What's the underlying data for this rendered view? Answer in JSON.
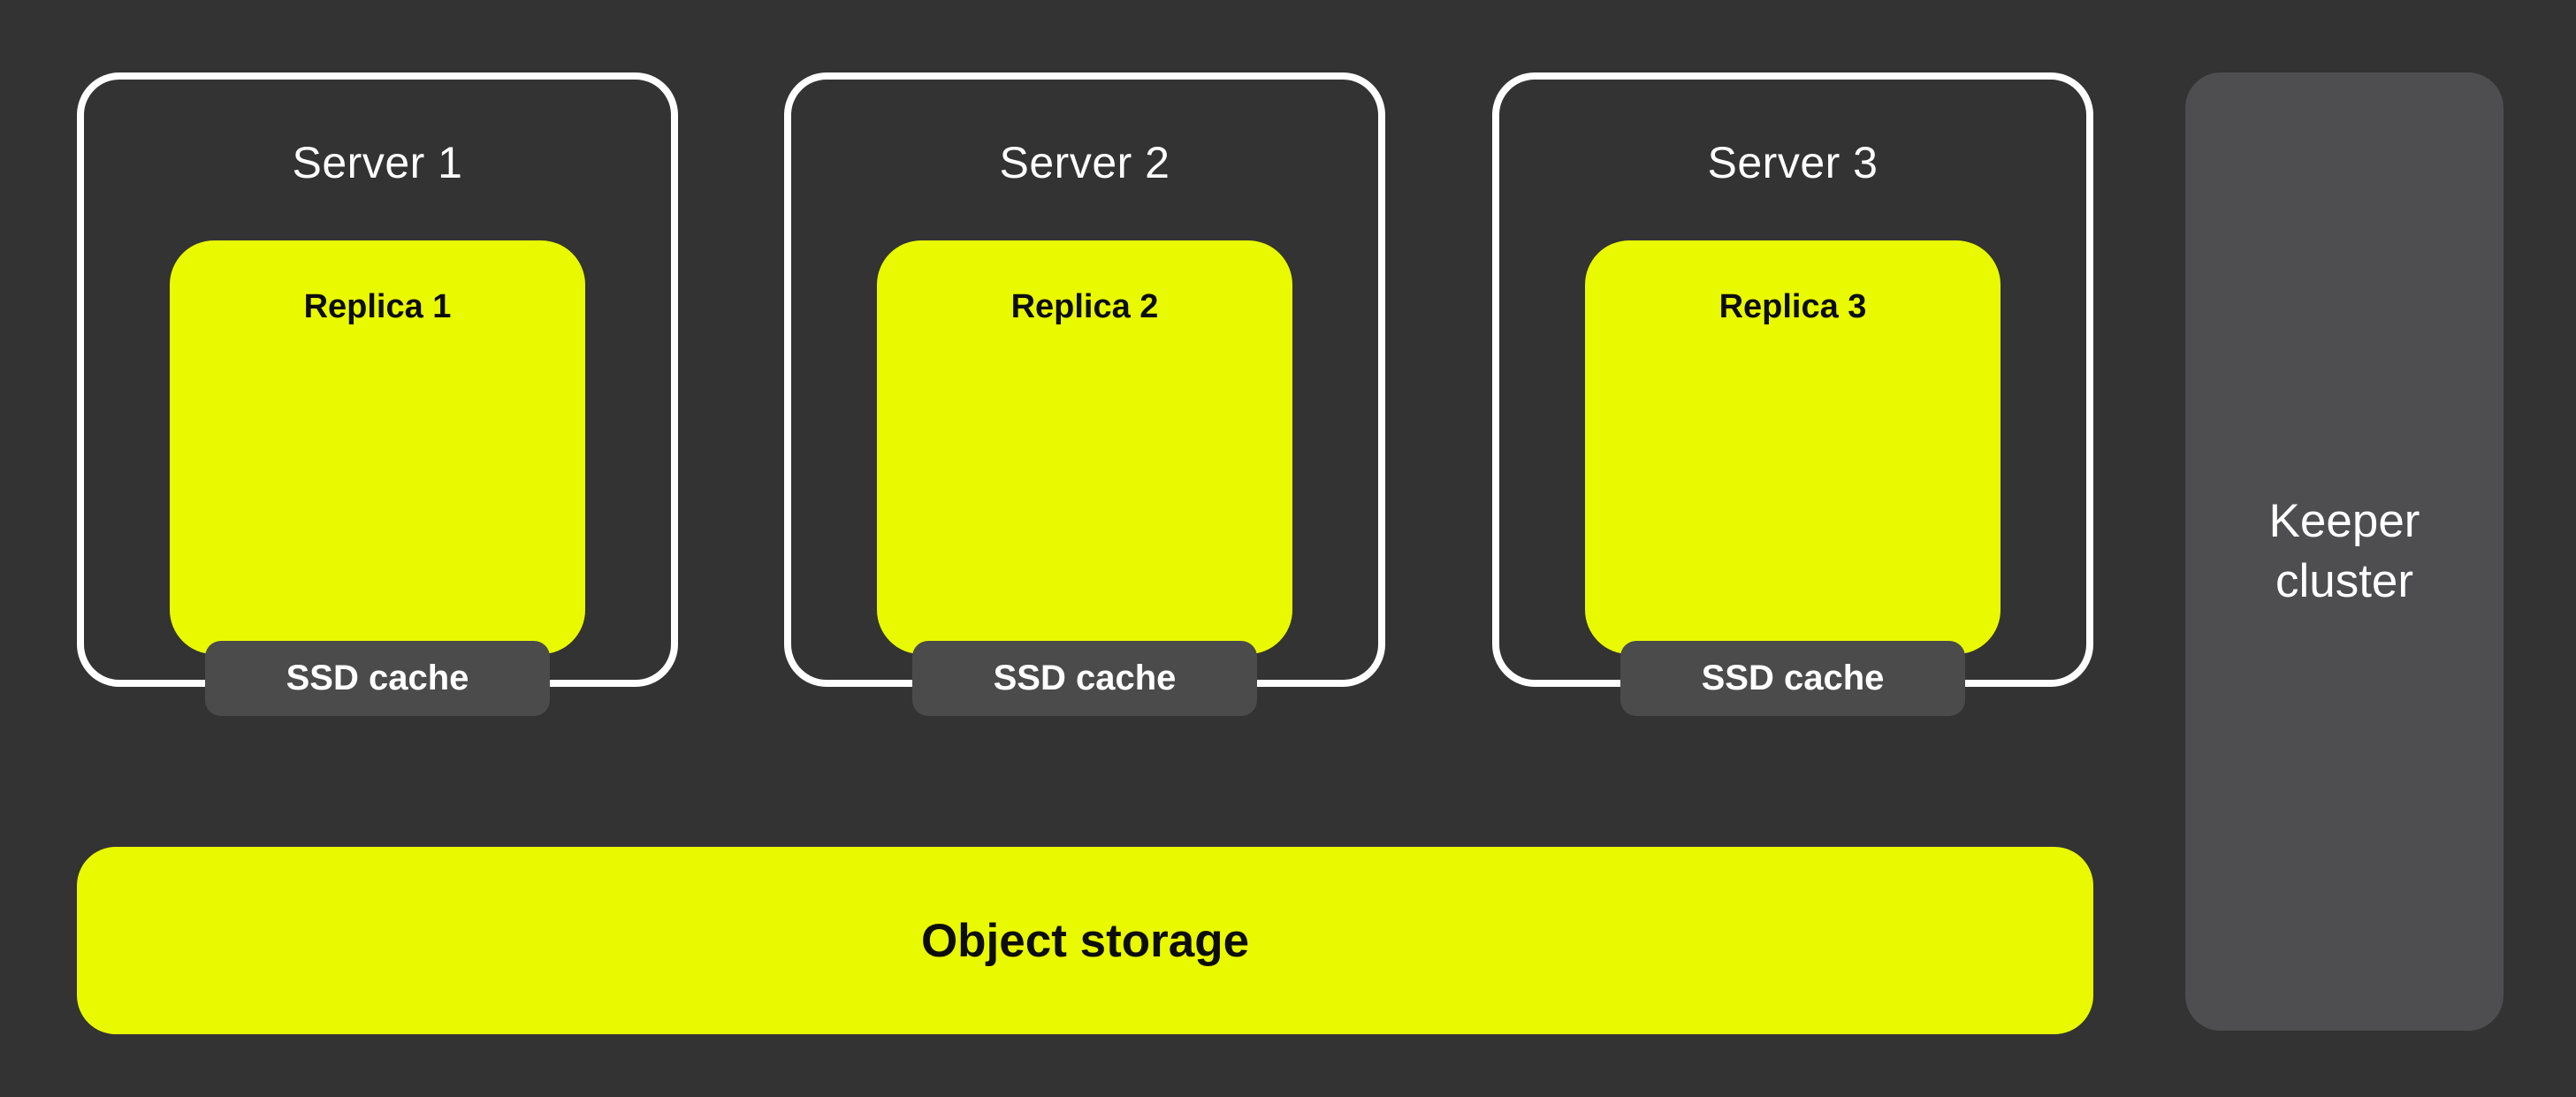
{
  "colors": {
    "background": "#333333",
    "accent": "#E9FA00",
    "cache_gray": "#4B4B4B",
    "keeper_gray": "#4E4E50",
    "border_white": "#FFFFFF",
    "text_dark": "#0D0D0D",
    "text_light": "#FFFFFF"
  },
  "servers": [
    {
      "title": "Server 1",
      "replica_label": "Replica 1",
      "ssd_label": "SSD cache"
    },
    {
      "title": "Server 2",
      "replica_label": "Replica 2",
      "ssd_label": "SSD cache"
    },
    {
      "title": "Server 3",
      "replica_label": "Replica 3",
      "ssd_label": "SSD cache"
    }
  ],
  "object_storage": {
    "label": "Object storage"
  },
  "keeper": {
    "label": "Keeper cluster"
  }
}
